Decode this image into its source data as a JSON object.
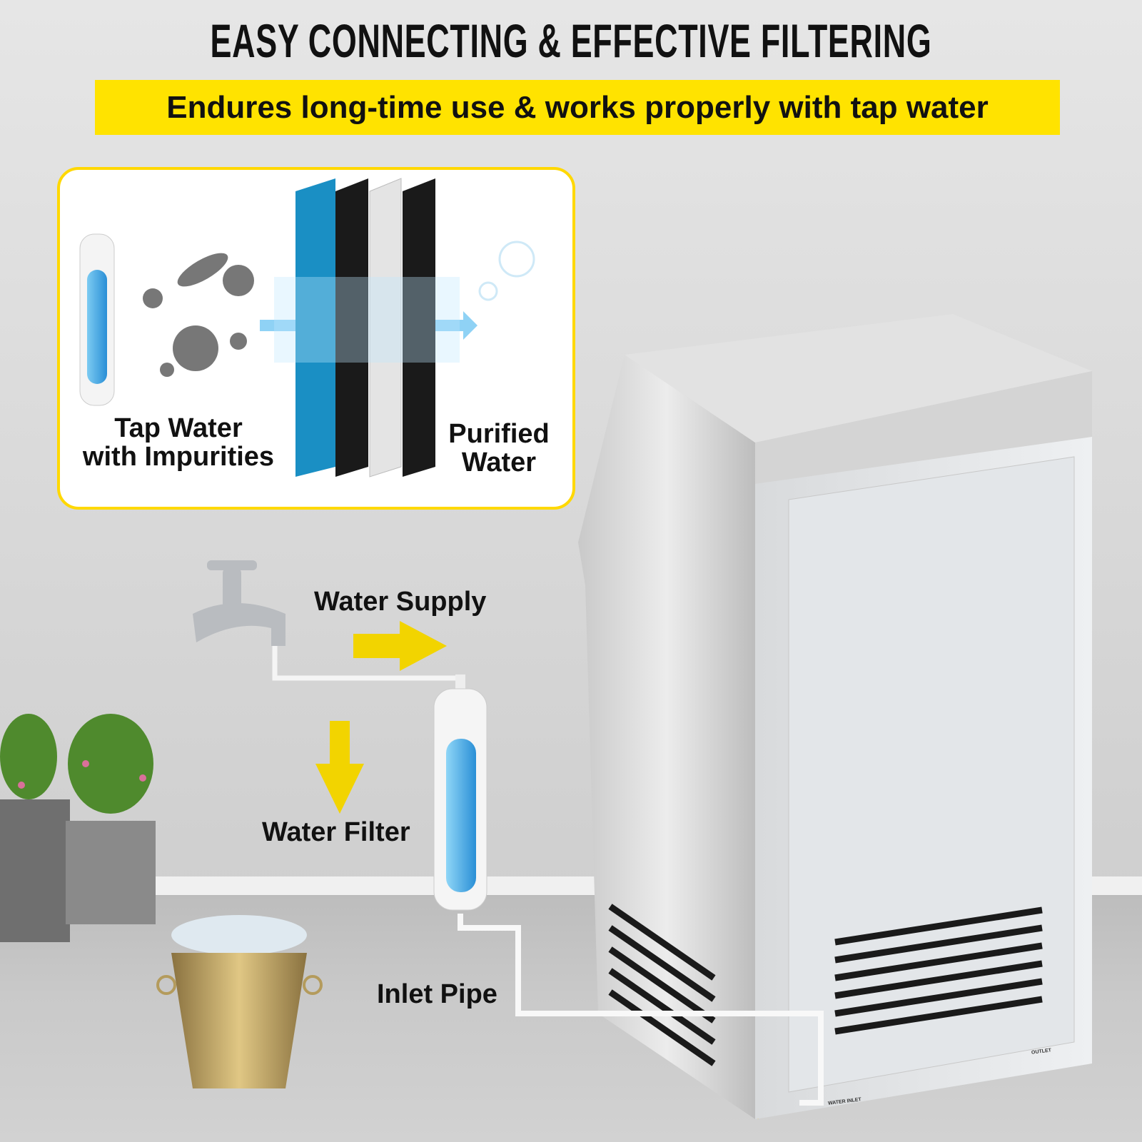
{
  "header": {
    "title": "EASY CONNECTING & EFFECTIVE FILTERING",
    "subtitle": "Endures long-time use & works properly with tap water"
  },
  "inset": {
    "left_label_line1": "Tap Water",
    "left_label_line2": "with Impurities",
    "right_label_line1": "Purified",
    "right_label_line2": "Water"
  },
  "diagram": {
    "water_supply": "Water Supply",
    "water_filter": "Water Filter",
    "inlet_pipe": "Inlet Pipe"
  },
  "machine": {
    "water_inlet_tag": "WATER INLET",
    "outlet_tag": "OUTLET"
  },
  "colors": {
    "accent_yellow": "#ffe300",
    "filter_blue": "#1e90c8"
  }
}
